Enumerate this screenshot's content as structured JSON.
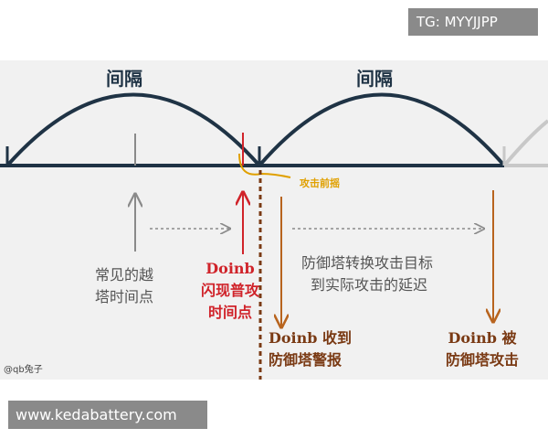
{
  "watermarks": {
    "top_tag": "TG: MYYJJPP",
    "bottom_tag": "www.kedabattery.com",
    "credit": "@qb兔子"
  },
  "labels": {
    "interval_left": "间隔",
    "interval_right": "间隔",
    "windup": "攻击前摇",
    "common_dive": [
      "常见的越",
      "塔时间点"
    ],
    "doinb_flash": [
      "Doinb",
      "闪现普攻",
      "时间点"
    ],
    "tower_retarget": [
      "防御塔转换攻击目标",
      "到实际攻击的延迟"
    ],
    "doinb_warned": [
      "Doinb 收到",
      "防御塔警报"
    ],
    "doinb_hit": [
      "Doinb 被",
      "防御塔攻击"
    ]
  },
  "colors": {
    "timeline": "#1f3345",
    "gray": "#8a8a8a",
    "red": "#d0232a",
    "brown": "#7a3a14",
    "orange": "#b8641e",
    "windup": "#e0a000",
    "panel": "#f1f1f1"
  }
}
